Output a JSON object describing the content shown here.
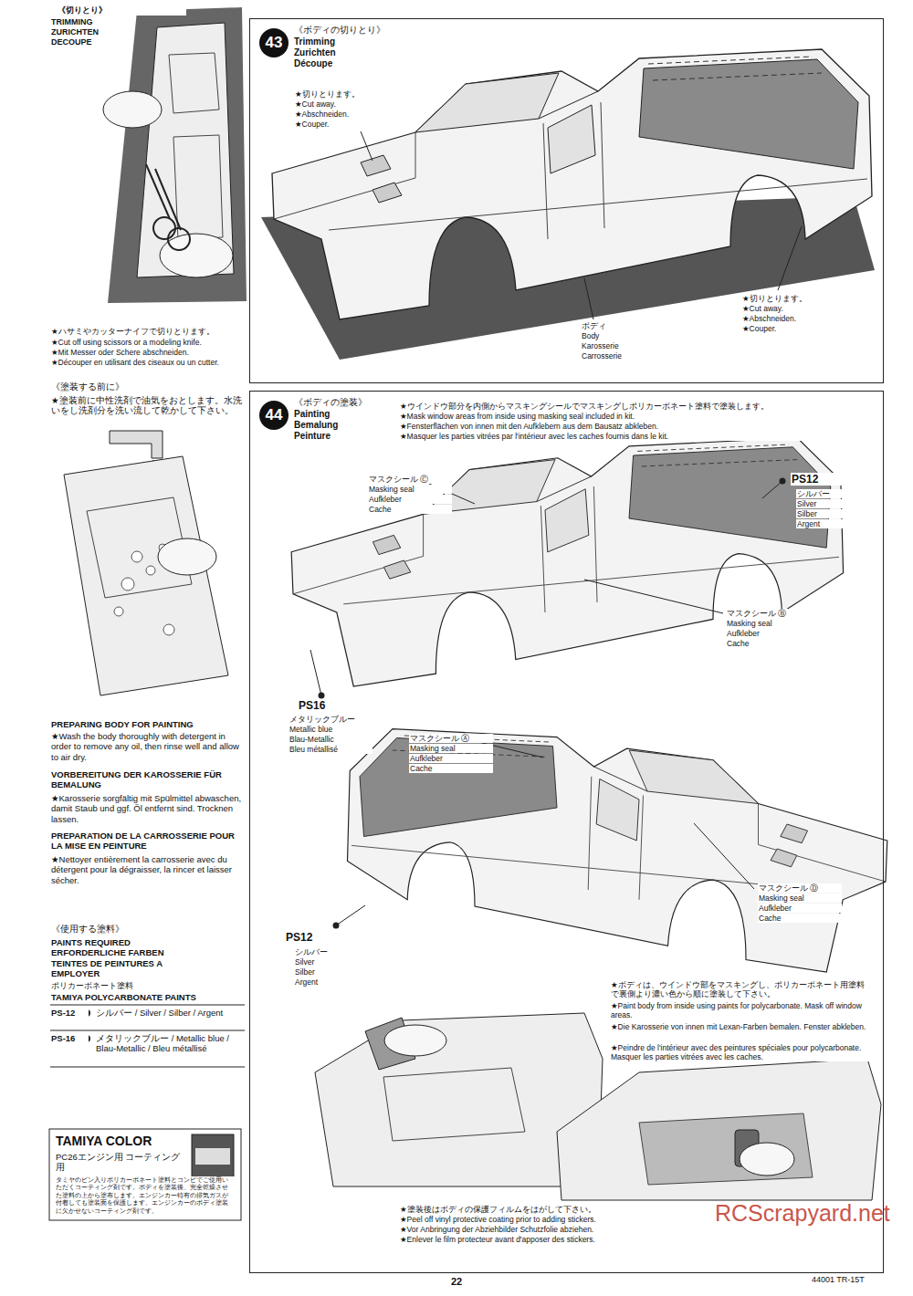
{
  "diagram": {
    "nodes": [
      {
        "text": [
          "43",
          "《ボディの切りとり》",
          "Trimming Zurichten Découpe"
        ]
      },
      {
        "text": [
          "44",
          "《ボディの塗装》",
          "Painting Bemalung Peinture"
        ]
      }
    ],
    "labels": [
      "《切りとり》",
      "TRIMMING ZURICHTEN DECOUPE",
      "★ハサミやカッターナイフで切りとります。",
      "★Cut off using scissors or a modeling knife.",
      "★Mit Messer oder Schere abschneiden.",
      "★Découper en utilisant des ciseaux ou un cutter.",
      "《塗装する前に》",
      "★塗装前に中性洗剤で油気をおとします。水洗いをし洗剤分を洗い流して乾かして下さい。",
      "PREPARING BODY FOR PAINTING",
      "★Wash the body thoroughly with detergent in order to remove any oil, then rinse well and allow to air dry.",
      "VORBEREITUNG DER KAROSSERIE FÜR BEMALUNG",
      "★Karosserie sorgfältig mit Spülmittel abwaschen, damit Staub und ggf. Öl entfernt sind. Trocknen lassen.",
      "PREPARATION DE LA CARROSSERIE POUR LA MISE EN PEINTURE",
      "★Nettoyer entièrement la carrosserie avec du détergent pour la dégraisser, la rincer et laisser sécher.",
      "《使用する塗料》",
      "PAINTS REQUIRED ERFORDERLICHE FARBEN TEINTES DE PEINTURES A EMPLOYER",
      "ポリカーボネート塗料",
      "TAMIYA POLYCARBONATE PAINTS",
      "PS-12",
      "シルバー / Silver / Silber / Argent",
      "PS-16",
      "メタリックブルー / Metallic blue / Blau-Metallic / Bleu métallisé",
      "TAMIYA COLOR",
      "PC26エンジン用 コーティング用",
      "タミヤのビン入りポリカーボネート塗料とコンビでご使用いただくコーティング剤です。ボディを塗装後、完全乾燥させた塗料の上から塗布します。エンジンカー特有の排気ガスが付着しても塗装面を保護します。エンジンカーのボディ塗装に欠かせないコーティング剤です。",
      "★切りとります。",
      "★Cut away.",
      "★Abschneiden.",
      "★Couper.",
      "ボディ",
      "Body",
      "Karosserie",
      "Carrosserie",
      "★切りとります。",
      "★Cut away.",
      "★Abschneiden.",
      "★Couper.",
      "★ウインドウ部分を内側からマスキングシールでマスキングしポリカーボネート塗料で塗装します。",
      "★Mask window areas from inside using masking seal included in kit.",
      "★Fensterflächen von innen mit den Aufklebern aus dem Bausatz abkleben.",
      "★Masquer les parties vitrées par l'intérieur avec les caches fournis dans le kit.",
      "マスクシール Ⓒ",
      "Masking seal",
      "Aufkleber",
      "Cache",
      "PS12",
      "シルバー",
      "Silver",
      "Silber",
      "Argent",
      "マスクシール Ⓑ",
      "Masking seal",
      "Aufkleber",
      "Cache",
      "PS16",
      "メタリックブルー",
      "Metallic blue",
      "Blau-Metallic",
      "Bleu métallisé",
      "マスクシール Ⓐ",
      "Masking seal",
      "Aufkleber",
      "Cache",
      "マスクシール Ⓓ",
      "Masking seal",
      "Aufkleber",
      "Cache",
      "PS12",
      "シルバー",
      "Silver",
      "Silber",
      "Argent",
      "★ボディは、ウインドウ部をマスキングし、ポリカーボネート用塗料で裏側より濃い色から順に塗装して下さい。",
      "★Paint body from inside using paints for polycarbonate. Mask off window areas.",
      "★Die Karosserie von innen mit Lexan-Farben bemalen. Fenster abkleben.",
      "★Peindre de l'intérieur avec des peintures spéciales pour polycarbonate. Masquer les parties vitrées avec les caches.",
      "★塗装後はボディの保護フィルムをはがして下さい。",
      "★Peel off vinyl protective coating prior to adding stickers.",
      "★Vor Anbringung der Abziehbilder Schutzfolie abziehen.",
      "★Enlever le film protecteur avant d'apposer des stickers.",
      "22",
      "44001 TR-15T",
      "RCScrapyard.net"
    ]
  }
}
